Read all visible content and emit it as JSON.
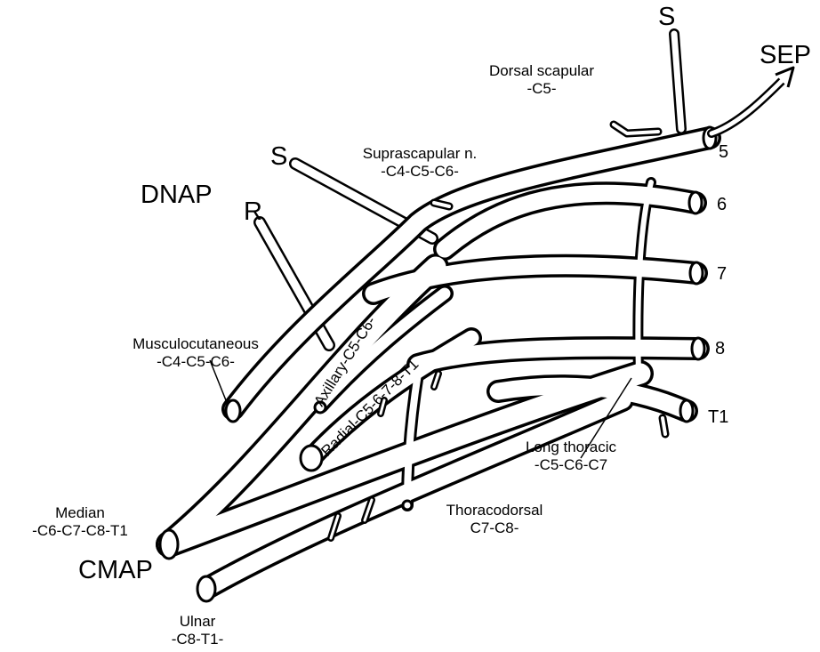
{
  "labels": {
    "dorsal_scapular": {
      "line1": "Dorsal scapular",
      "line2": "-C5-"
    },
    "suprascapular": {
      "line1": "Suprascapular n.",
      "line2": "-C4-C5-C6-"
    },
    "musculocutaneous": {
      "line1": "Musculocutaneous",
      "line2": "-C4-C5-C6-"
    },
    "median": {
      "line1": "Median",
      "line2": "-C6-C7-C8-T1"
    },
    "ulnar": {
      "line1": "Ulnar",
      "line2": "-C8-T1-"
    },
    "long_thoracic": {
      "line1": "Long thoracic",
      "line2": "-C5-C6-C7"
    },
    "thoracodorsal": {
      "line1": "Thoracodorsal",
      "line2": "C7-C8-"
    },
    "axillary": "Axillary-C5-C6-",
    "radial": "Radial-C5-6-7-8-T1"
  },
  "markers": {
    "s_top": "S",
    "s_mid": "S",
    "r": "R",
    "sep": "SEP",
    "dnap": "DNAP",
    "cmap": "CMAP"
  },
  "roots": [
    "5",
    "6",
    "7",
    "8",
    "T1"
  ],
  "colors": {
    "ink": "#000000",
    "paper": "#ffffff"
  }
}
